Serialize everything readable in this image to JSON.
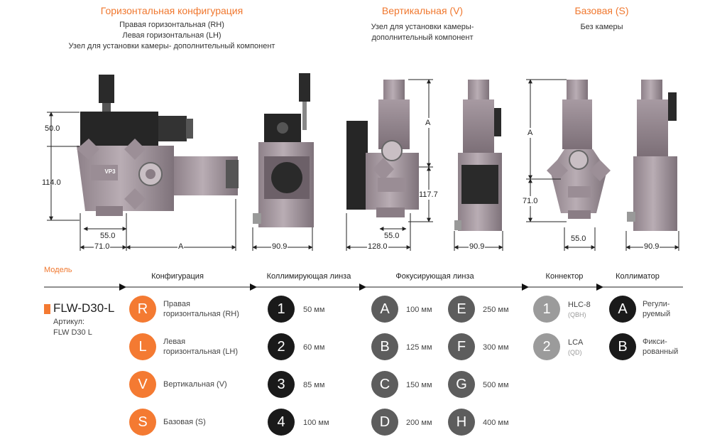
{
  "sections": {
    "horizontal": {
      "title": "Горизонтальная конфигурация",
      "lines": [
        "Правая горизонтальная (RH)",
        "Левая горизонтальная (LH)",
        "Узел для установки камеры- дополнительный компонент"
      ]
    },
    "vertical": {
      "title": "Вертикальная (V)",
      "lines": [
        "Узел для установки камеры-",
        "дополнительный компонент"
      ]
    },
    "base": {
      "title": "Базовая (S)",
      "lines": [
        "Без камеры"
      ]
    }
  },
  "dimensions": {
    "h_50": "50.0",
    "h_114": "114.0",
    "h_55": "55.0",
    "h_71": "71.0",
    "h_A": "A",
    "side_909_1": "90.9",
    "v_A": "A",
    "v_1177": "117.7",
    "v_55": "55.0",
    "v_128": "128.0",
    "side_909_2": "90.9",
    "s_A": "A",
    "s_71": "71.0",
    "s_55": "55.0",
    "side_909_3": "90.9"
  },
  "product_badge": "VP3",
  "headers": {
    "model": "Модель",
    "config": "Конфигурация",
    "collimating": "Коллимирующая линза",
    "focusing": "Фокусирующая линза",
    "connector": "Коннектор",
    "collimator": "Коллиматор"
  },
  "model": {
    "name": "FLW-D30-L",
    "article_label": "Артикул:",
    "article": "FLW D30 L"
  },
  "configurations": [
    {
      "code": "R",
      "l1": "Правая",
      "l2": "горизонтальная (RH)"
    },
    {
      "code": "L",
      "l1": "Левая",
      "l2": "горизонтальная (LH)"
    },
    {
      "code": "V",
      "l1": "Вертикальная (V)",
      "l2": ""
    },
    {
      "code": "S",
      "l1": "Базовая (S)",
      "l2": ""
    }
  ],
  "collimating_lenses": [
    {
      "code": "1",
      "label": "50 мм"
    },
    {
      "code": "2",
      "label": "60 мм"
    },
    {
      "code": "3",
      "label": "85 мм"
    },
    {
      "code": "4",
      "label": "100 мм"
    }
  ],
  "focusing_lenses": [
    {
      "code": "A",
      "label": "100 мм"
    },
    {
      "code": "B",
      "label": "125 мм"
    },
    {
      "code": "C",
      "label": "150 мм"
    },
    {
      "code": "D",
      "label": "200 мм"
    },
    {
      "code": "E",
      "label": "250 мм"
    },
    {
      "code": "F",
      "label": "300 мм"
    },
    {
      "code": "G",
      "label": "500 мм"
    },
    {
      "code": "H",
      "label": "400 мм"
    }
  ],
  "connectors": [
    {
      "code": "1",
      "label": "HLC-8",
      "sub": "(QBH)"
    },
    {
      "code": "2",
      "label": "LCA",
      "sub": "(QD)"
    }
  ],
  "collimators": [
    {
      "code": "A",
      "l1": "Регули-",
      "l2": "руемый"
    },
    {
      "code": "B",
      "l1": "Фикси-",
      "l2": "рованный"
    }
  ],
  "colors": {
    "accent": "#f0782f",
    "orange_circle": "#f47a32",
    "black_circle": "#1a1a1a",
    "dark_gray_circle": "#5d5d5d",
    "light_gray_circle": "#9b9b9b"
  }
}
